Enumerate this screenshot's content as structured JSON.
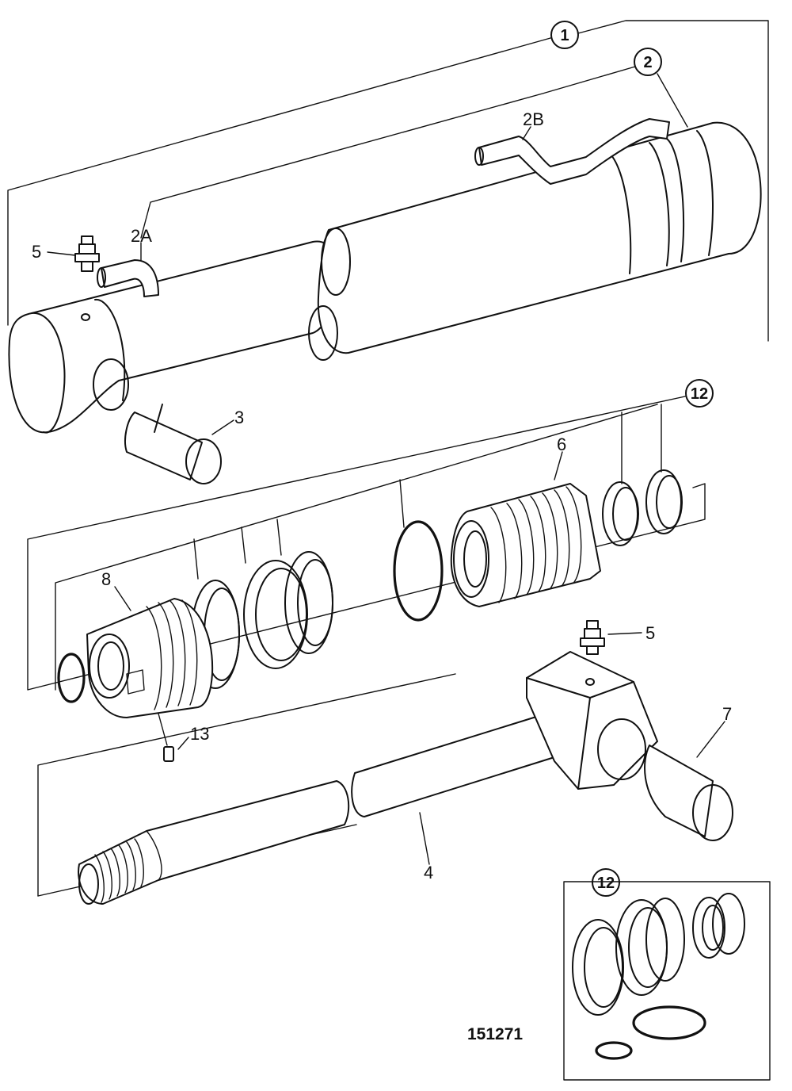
{
  "callouts": {
    "assembly": "1",
    "cylinder": "2",
    "seal_kit": "12",
    "seal_kit_inset": "12"
  },
  "labels": {
    "tube_2a": "2A",
    "tube_2b": "2B",
    "bush_3": "3",
    "rod_4": "4",
    "grease_nipple_top": "5",
    "grease_nipple_rod": "5",
    "piston_6": "6",
    "bush_7": "7",
    "gland_8": "8",
    "grub_screw_13": "13"
  },
  "drawing_number": "151271"
}
